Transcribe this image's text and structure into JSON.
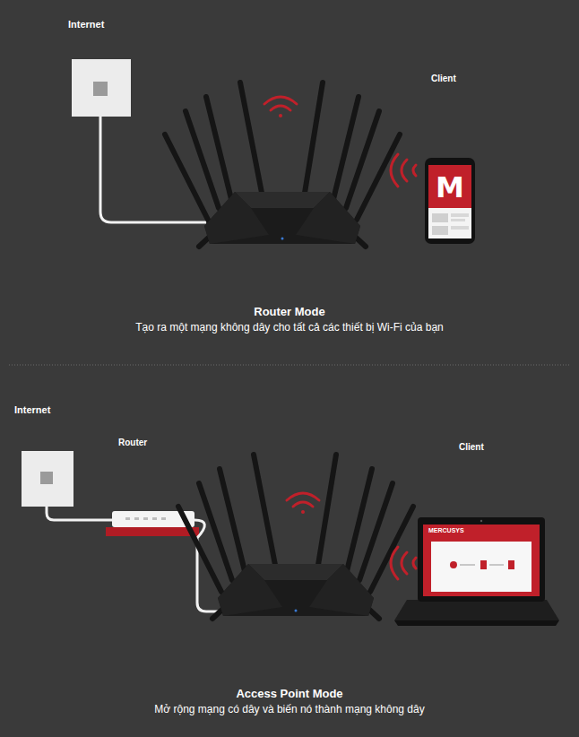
{
  "diagram": {
    "labels": [
      "Internet",
      "Client",
      "Router Mode",
      "Tạo ra một mạng không dây cho tất cả các thiết bị Wi-Fi của bạn",
      "Internet",
      "Router",
      "Client",
      "Access Point Mode",
      "Mở rộng mạng có dây và biến nó thành mạng không dây",
      "M",
      "MERCUSYS"
    ]
  }
}
